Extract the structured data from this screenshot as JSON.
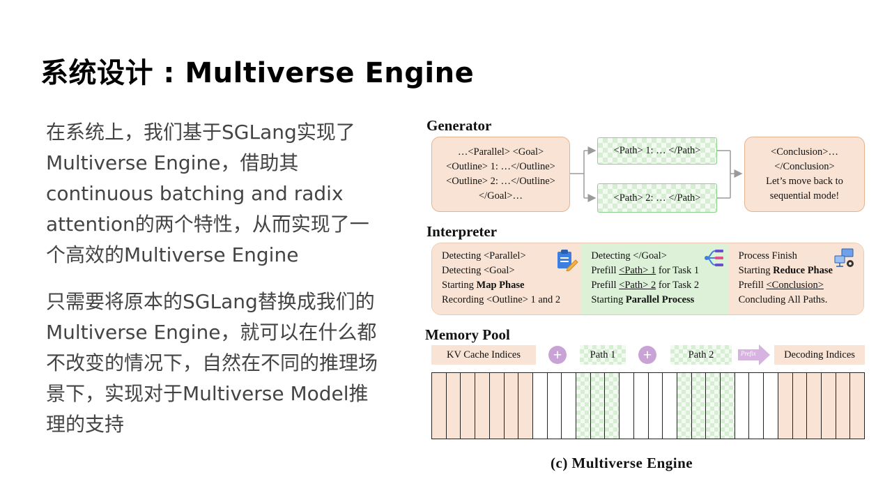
{
  "slide": {
    "title": "系统设计 : Multiverse Engine",
    "paragraph1": "在系统上，我们基于SGLang实现了Multiverse Engine，借助其continuous batching and radix attention的两个特性，从而实现了一个高效的Multiverse Engine",
    "paragraph2": "只需要将原本的SGLang替换成我们的Multiverse Engine，就可以在什么都不改变的情况下，自然在不同的推理场景下，实现对于Multiverse Model推理的支持"
  },
  "figure": {
    "generator": {
      "heading": "Generator",
      "left_lines": [
        "…<Parallel> <Goal>",
        "<Outline> 1: …</Outline>",
        "<Outline> 2: …</Outline>",
        "</Goal>…"
      ],
      "path1": "<Path> 1: … </Path>",
      "path2": "<Path> 2: … </Path>",
      "right_lines": [
        "<Conclusion>…",
        "</Conclusion>",
        "Let’s move back to",
        "sequential mode!"
      ]
    },
    "interpreter": {
      "heading": "Interpreter",
      "col1": {
        "line1": "Detecting <Parallel>",
        "line2": "Detecting <Goal>",
        "line3_prefix": "Starting ",
        "line3_bold": "Map Phase",
        "line4": "Recording <Outline> 1 and 2"
      },
      "col2": {
        "line1": "Detecting </Goal>",
        "line2_prefix": "Prefill ",
        "line2_u": "<Path> 1",
        "line2_suffix": " for Task 1",
        "line3_prefix": "Prefill ",
        "line3_u": "<Path> 2",
        "line3_suffix": " for Task 2",
        "line4_prefix": "Starting ",
        "line4_bold": "Parallel Process"
      },
      "col3": {
        "line1": "Process Finish",
        "line2_prefix": "Starting ",
        "line2_bold": "Reduce Phase",
        "line3_prefix": "Prefill ",
        "line3_u": "<Conclusion>",
        "line4": "Concluding All Paths."
      }
    },
    "memory_pool": {
      "heading": "Memory Pool",
      "kv_label": "KV Cache Indices",
      "path1_label": "Path 1",
      "path2_label": "Path 2",
      "prefix_label": "Prefix",
      "decoding_label": "Decoding Indices",
      "plus": "+",
      "cells": [
        "peach",
        "peach",
        "peach",
        "peach",
        "peach",
        "peach",
        "peach",
        "white",
        "white",
        "white",
        "green",
        "green",
        "green",
        "white",
        "white",
        "white",
        "white",
        "green",
        "green",
        "green",
        "green",
        "white",
        "white",
        "white",
        "peach",
        "peach",
        "peach",
        "peach",
        "peach",
        "peach"
      ]
    },
    "caption": "(c)  Multiverse Engine",
    "colors": {
      "peach": "#f8e3d4",
      "green": "#dcf1d8",
      "plus": "#c9a3d6",
      "border": "#e6b391"
    }
  }
}
